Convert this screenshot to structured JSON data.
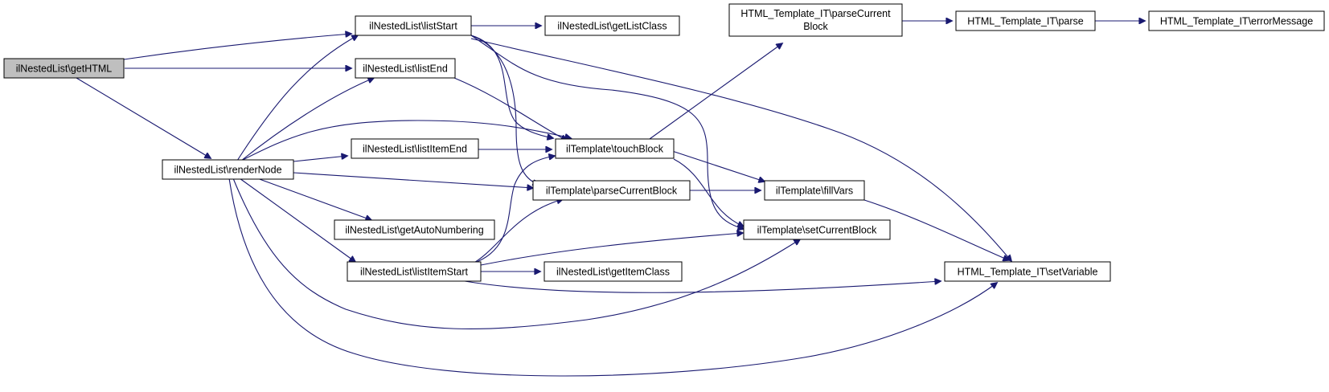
{
  "colors": {
    "edge": "#191970",
    "node_fill": "#ffffff",
    "focus_fill": "#bfbfbf",
    "node_border": "#000000",
    "text": "#000000"
  },
  "nodes": {
    "getHTML": {
      "label": "ilNestedList\\getHTML",
      "focus": true
    },
    "listStart": {
      "label": "ilNestedList\\listStart"
    },
    "listEnd": {
      "label": "ilNestedList\\listEnd"
    },
    "renderNode": {
      "label": "ilNestedList\\renderNode"
    },
    "getListClass": {
      "label": "ilNestedList\\getListClass"
    },
    "listItemEnd": {
      "label": "ilNestedList\\listItemEnd"
    },
    "getAutoNumbering": {
      "label": "ilNestedList\\getAutoNumbering"
    },
    "listItemStart": {
      "label": "ilNestedList\\listItemStart"
    },
    "getItemClass": {
      "label": "ilNestedList\\getItemClass"
    },
    "touchBlock": {
      "label": "ilTemplate\\touchBlock"
    },
    "parseCurrentBlock": {
      "label": "ilTemplate\\parseCurrentBlock"
    },
    "fillVars": {
      "label": "ilTemplate\\fillVars"
    },
    "setCurrentBlock": {
      "label": "ilTemplate\\setCurrentBlock"
    },
    "itParseCurrentBlock": {
      "label_line1": "HTML_Template_IT\\parseCurrent",
      "label_line2": "Block"
    },
    "itParse": {
      "label": "HTML_Template_IT\\parse"
    },
    "itErrorMessage": {
      "label": "HTML_Template_IT\\errorMessage"
    },
    "itSetVariable": {
      "label": "HTML_Template_IT\\setVariable"
    }
  },
  "edges": [
    {
      "from": "getHTML",
      "to": "listStart"
    },
    {
      "from": "getHTML",
      "to": "listEnd"
    },
    {
      "from": "getHTML",
      "to": "renderNode"
    },
    {
      "from": "listStart",
      "to": "getListClass"
    },
    {
      "from": "listStart",
      "to": "touchBlock"
    },
    {
      "from": "listStart",
      "to": "parseCurrentBlock"
    },
    {
      "from": "listStart",
      "to": "setCurrentBlock"
    },
    {
      "from": "listStart",
      "to": "itSetVariable"
    },
    {
      "from": "listEnd",
      "to": "touchBlock"
    },
    {
      "from": "renderNode",
      "to": "listStart"
    },
    {
      "from": "renderNode",
      "to": "listEnd"
    },
    {
      "from": "renderNode",
      "to": "touchBlock"
    },
    {
      "from": "renderNode",
      "to": "listItemEnd"
    },
    {
      "from": "renderNode",
      "to": "parseCurrentBlock"
    },
    {
      "from": "renderNode",
      "to": "getAutoNumbering"
    },
    {
      "from": "renderNode",
      "to": "listItemStart"
    },
    {
      "from": "renderNode",
      "to": "setCurrentBlock"
    },
    {
      "from": "renderNode",
      "to": "itSetVariable"
    },
    {
      "from": "listItemEnd",
      "to": "touchBlock"
    },
    {
      "from": "listItemStart",
      "to": "touchBlock"
    },
    {
      "from": "listItemStart",
      "to": "parseCurrentBlock"
    },
    {
      "from": "listItemStart",
      "to": "setCurrentBlock"
    },
    {
      "from": "listItemStart",
      "to": "getItemClass"
    },
    {
      "from": "listItemStart",
      "to": "itSetVariable"
    },
    {
      "from": "touchBlock",
      "to": "itParseCurrentBlock"
    },
    {
      "from": "touchBlock",
      "to": "fillVars"
    },
    {
      "from": "touchBlock",
      "to": "setCurrentBlock"
    },
    {
      "from": "parseCurrentBlock",
      "to": "fillVars"
    },
    {
      "from": "fillVars",
      "to": "itSetVariable"
    },
    {
      "from": "itParseCurrentBlock",
      "to": "itParse"
    },
    {
      "from": "itParse",
      "to": "itErrorMessage"
    }
  ]
}
